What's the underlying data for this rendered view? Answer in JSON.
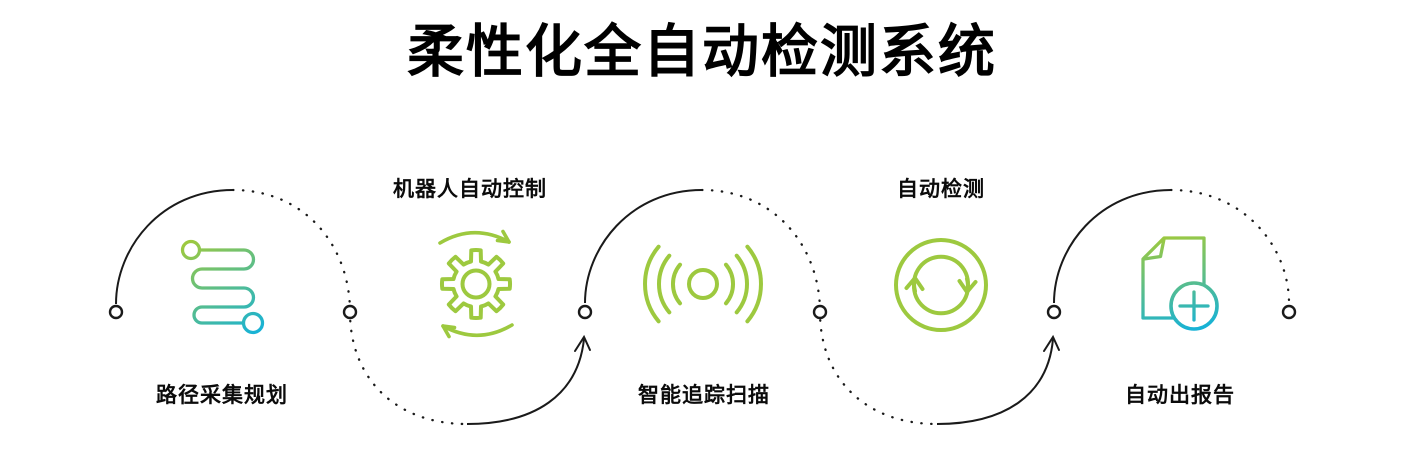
{
  "title": "柔性化全自动检测系统",
  "colors": {
    "gradient_top": "#9dc93f",
    "gradient_bottom": "#17b2d6",
    "line": "#1a1a1a",
    "text": "#000000"
  },
  "steps": [
    {
      "label": "路径采集规划",
      "icon": "path-route-icon",
      "label_position": "below"
    },
    {
      "label": "机器人自动控制",
      "icon": "gear-rotation-icon",
      "label_position": "above"
    },
    {
      "label": "智能追踪扫描",
      "icon": "signal-scan-icon",
      "label_position": "below"
    },
    {
      "label": "自动检测",
      "icon": "sync-loop-icon",
      "label_position": "above"
    },
    {
      "label": "自动出报告",
      "icon": "report-document-icon",
      "label_position": "below"
    }
  ]
}
